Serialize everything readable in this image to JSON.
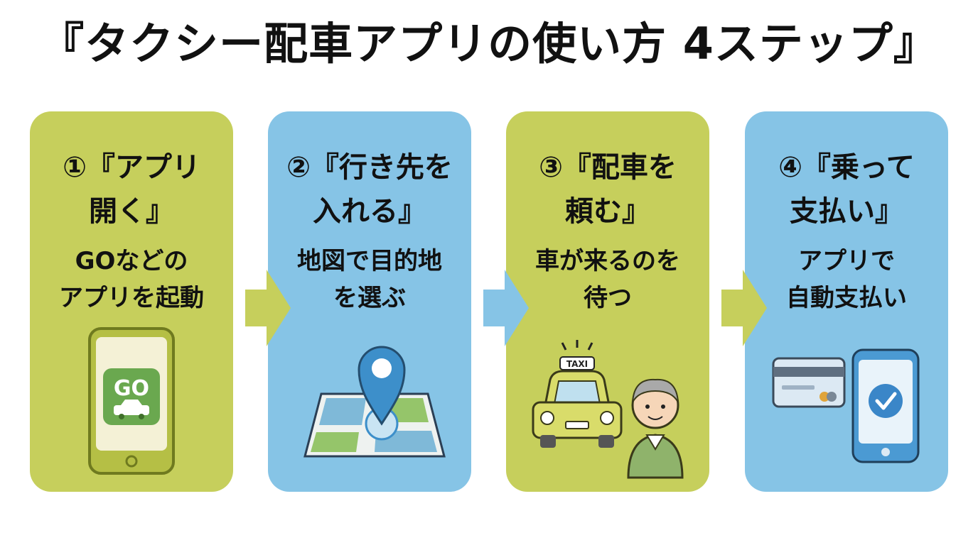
{
  "title": "『タクシー配車アプリの使い方 4ステップ』",
  "colors": {
    "green_card": "#c6cf5c",
    "blue_card": "#86c4e6",
    "green_app_icon": "#6aa84f",
    "pin_blue": "#3d8fca",
    "check_blue": "#3a86c8"
  },
  "steps": [
    {
      "title": "①『アプリ\n開く』",
      "desc": "GOなどの\nアプリを起動",
      "icon": "smartphone-go-app-icon",
      "app_icon_text": "GO"
    },
    {
      "title": "②『行き先を\n入れる』",
      "desc": "地図で目的地\nを選ぶ",
      "icon": "map-pin-icon"
    },
    {
      "title": "③『配車を\n頼む』",
      "desc": "車が来るのを\n待つ",
      "icon": "taxi-and-passenger-icon",
      "taxi_sign": "TAXI"
    },
    {
      "title": "④『乗って\n支払い』",
      "desc": "アプリで\n自動支払い",
      "icon": "card-and-phone-payment-icon"
    }
  ]
}
